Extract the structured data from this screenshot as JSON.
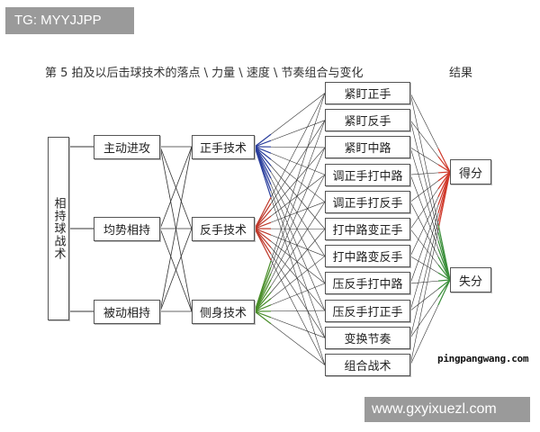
{
  "watermark_top": "TG: MYYJJPP",
  "watermark_bottom": "www.gxyixuezl.com",
  "site_label": "pingpangwang.com",
  "header": {
    "title": "第 5 拍及以后击球技术的落点 \\ 力量 \\ 速度 \\ 节奏组合与变化",
    "result": "结果"
  },
  "root": "相持球战术",
  "situations": [
    "主动进攻",
    "均势相持",
    "被动相持"
  ],
  "techniques": [
    "正手技术",
    "反手技术",
    "侧身技术"
  ],
  "tactics": [
    "紧盯正手",
    "紧盯反手",
    "紧盯中路",
    "调正手打中路",
    "调正手打反手",
    "打中路变正手",
    "打中路变反手",
    "压反手打中路",
    "压反手打正手",
    "变换节奏",
    "组合战术"
  ],
  "results": [
    "得分",
    "失分"
  ],
  "colors": {
    "line": "#333333",
    "forehand": "#2b3f9e",
    "backhand": "#c0392b",
    "side": "#4a8f2a",
    "win": "#d0392b",
    "lose": "#3a8f3a"
  }
}
